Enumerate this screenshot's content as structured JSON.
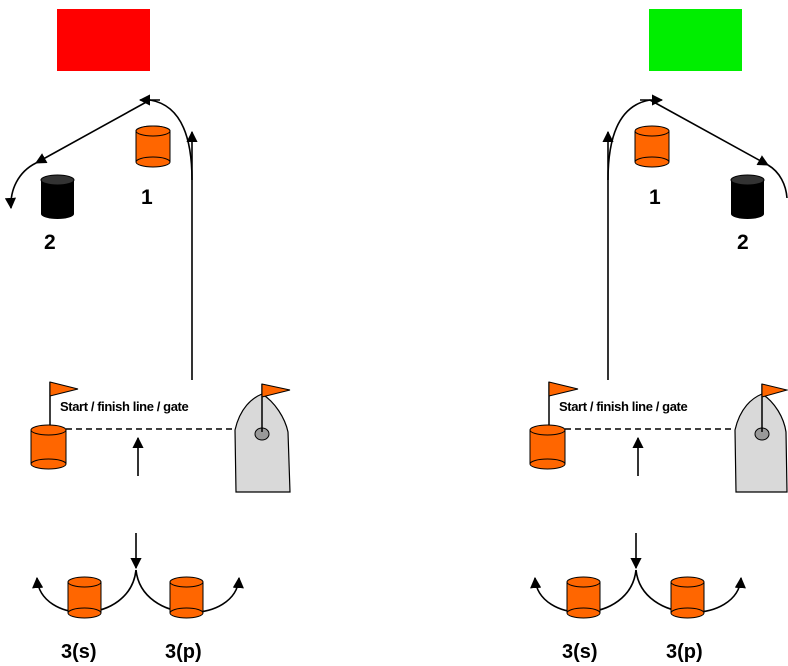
{
  "panels": [
    {
      "id": "left",
      "flag_color": "#ff0000",
      "mark_1_label": "1",
      "mark_2_label": "2",
      "gate_label": "Start / finish line / gate",
      "mark_3s_label": "3(s)",
      "mark_3p_label": "3(p)"
    },
    {
      "id": "right",
      "flag_color": "#00ee00",
      "mark_1_label": "1",
      "mark_2_label": "2",
      "gate_label": "Start / finish line / gate",
      "mark_3s_label": "3(s)",
      "mark_3p_label": "3(p)"
    }
  ],
  "colors": {
    "mark_orange": "#ff6600",
    "mark_black": "#000000",
    "flag_orange": "#ff6600",
    "boat_gray": "#d9d9d9"
  },
  "icons": [
    "orange-buoy-icon",
    "black-buoy-icon",
    "orange-flag-icon",
    "committee-boat-icon"
  ]
}
